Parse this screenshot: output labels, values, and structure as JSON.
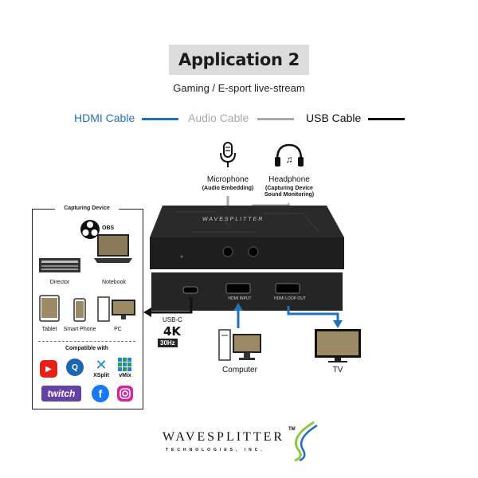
{
  "title": "Application 2",
  "subtitle": "Gaming / E-sport live-stream",
  "legend": [
    {
      "label": "HDMI Cable",
      "color": "#1f72b8"
    },
    {
      "label": "Audio Cable",
      "color": "#a8a8a8"
    },
    {
      "label": "USB Cable",
      "color": "#111111"
    }
  ],
  "microphone": {
    "label": "Microphone",
    "sub": "(Audio Embedding)"
  },
  "headphone": {
    "label": "Headphone",
    "sub1": "(Capturing Device",
    "sub2": "Sound Monitoring)"
  },
  "capturing": {
    "title": "Capturing Device",
    "obs": "OBS",
    "director": "Director",
    "notebook": "Notebook",
    "tablet": "Tablet",
    "smartphone": "Smart Phone",
    "pc": "PC",
    "compatible": "Compatible with",
    "apps": {
      "xsplit": "XSplit",
      "vmix": "vMix",
      "twitch": "twitch"
    }
  },
  "device": {
    "brand": "WAVESPLITTER",
    "hdmi_input": "HDMI INPUT",
    "hdmi_loop": "HDMI LOOP OUT"
  },
  "usb_c": "USB-C",
  "resolution": "4K",
  "refresh": "30Hz",
  "computer": "Computer",
  "tv": "TV",
  "logo": {
    "main": "WAVESPLITTER",
    "tm": "TM",
    "sub": "TECHNOLOGIES, INC."
  }
}
